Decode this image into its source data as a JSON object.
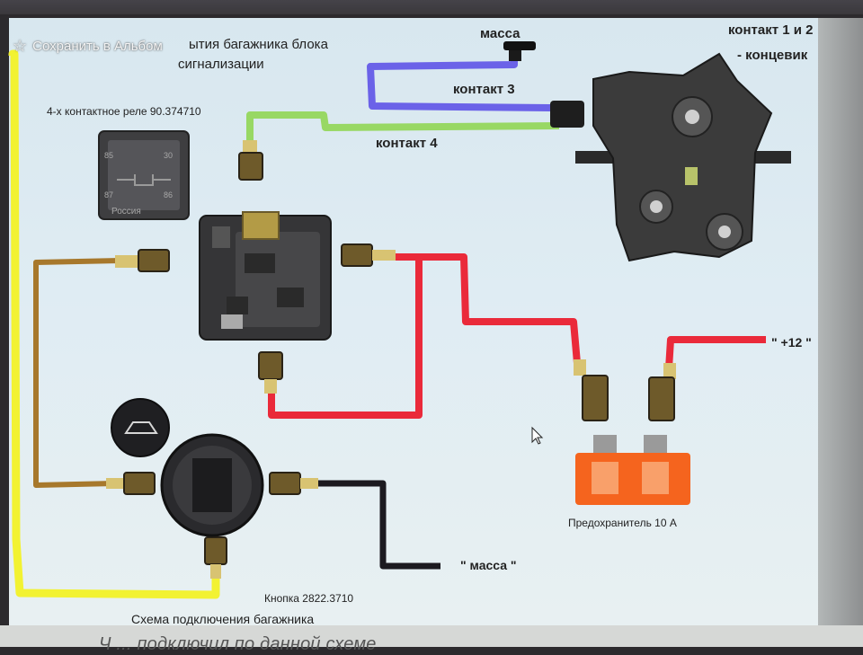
{
  "toolbar": {
    "save_label": "Сохранить в Альбом"
  },
  "diagram": {
    "title_line1": "ытия багажника блока",
    "title_line2": "сигнализации",
    "relay_caption": "4-х контактное реле 90.374710",
    "relay_markings": [
      "85",
      "30",
      "87",
      "86",
      "Россия"
    ],
    "ground_top": "масса",
    "contact_3": "контакт 3",
    "contact_4": "контакт 4",
    "contacts_12_line1": "контакт 1 и 2",
    "contacts_12_line2": "- концевик",
    "plus12": "\" +12 \"",
    "ground_bottom": "\" масса \"",
    "fuse_caption": "Предохранитель 10 А",
    "button_caption": "Кнопка 2822.3710",
    "scheme_caption": "Схема подключения багажника"
  },
  "footer": {
    "text": "Ч ... подключил по данной схеме"
  },
  "colors": {
    "wire_blue": "#6b62e8",
    "wire_green": "#98d864",
    "wire_red": "#ea2a3a",
    "wire_black": "#1c1a20",
    "wire_brown": "#a7782c",
    "wire_yellow": "#f2f232",
    "fuse": "#f5641e"
  }
}
